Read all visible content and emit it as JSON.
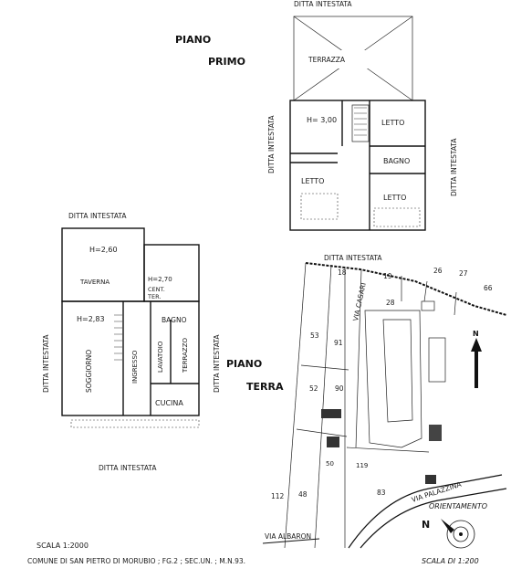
{
  "upper_floor": {
    "title_line1": "PIANO",
    "title_line2": "PRIMO",
    "owner_top": "DITTA INTESTATA",
    "owner_left": "DITTA INTESTATA",
    "owner_right": "DITTA INTESTATA",
    "rooms": {
      "terrace": "TERRAZZA",
      "height": "H= 3,00",
      "bed1": "LETTO",
      "bath": "BAGNO",
      "bed2": "LETTO",
      "bed3": "LETTO"
    }
  },
  "ground_floor": {
    "title_line1": "PIANO",
    "title_line2": "TERRA",
    "owner_top": "DITTA INTESTATA",
    "owner_left": "DITTA INTESTATA",
    "owner_right": "DITTA INTESTATA",
    "owner_bottom": "DITTA INTESTATA",
    "rooms": {
      "h_tavern": "H=2,60",
      "tavern": "TAVERNA",
      "h_boiler": "H=2,70",
      "boiler": "CENT.",
      "boiler2": "TER.",
      "h_living": "H=2,83",
      "living": "SOGGIORNO",
      "entrance": "INGRESSO",
      "bath": "BAGNO",
      "laundry": "LAVATOIO",
      "terrace": "TERRAZZO",
      "kitchen": "CUCINA"
    }
  },
  "site_plan": {
    "owner_top": "DITTA INTESTATA",
    "parcels": [
      "18",
      "19",
      "26",
      "27",
      "66",
      "28",
      "53",
      "91",
      "52",
      "90",
      "50",
      "119",
      "112",
      "48",
      "83"
    ],
    "streets": {
      "casari": "VIA CASARI",
      "palazzina": "VIA PALAZZINA",
      "albaron": "VIA ALBARON"
    }
  },
  "orientation": {
    "label": "ORIENTAMENTO",
    "north": "N",
    "north_site": "N",
    "scale": "SCALA DI 1:200"
  },
  "footer": {
    "scale": "SCALA 1:2000",
    "cadastre": "COMUNE DI SAN PIETRO DI MORUBIO ; FG.2 ; SEC.UN. ; M.N.93."
  }
}
